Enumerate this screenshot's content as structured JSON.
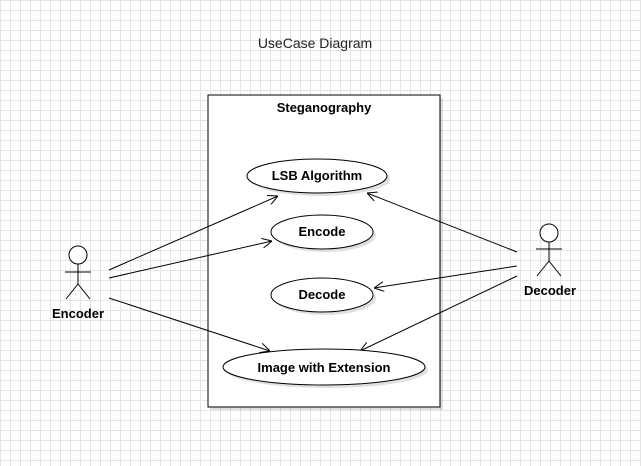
{
  "diagram": {
    "title": "UseCase Diagram",
    "system": {
      "name": "Steganography"
    },
    "actors": [
      {
        "id": "encoder",
        "name": "Encoder"
      },
      {
        "id": "decoder",
        "name": "Decoder"
      }
    ],
    "use_cases": [
      {
        "id": "lsb",
        "name": "LSB Algorithm"
      },
      {
        "id": "encode",
        "name": "Encode"
      },
      {
        "id": "decode",
        "name": "Decode"
      },
      {
        "id": "image",
        "name": "Image with Extension"
      }
    ],
    "associations": [
      {
        "from": "encoder",
        "to": "lsb"
      },
      {
        "from": "encoder",
        "to": "encode"
      },
      {
        "from": "encoder",
        "to": "image"
      },
      {
        "from": "decoder",
        "to": "lsb"
      },
      {
        "from": "decoder",
        "to": "decode"
      },
      {
        "from": "decoder",
        "to": "image"
      }
    ]
  }
}
